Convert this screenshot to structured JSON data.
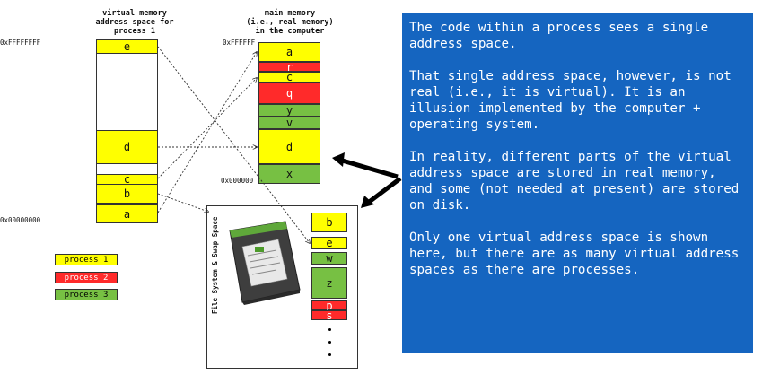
{
  "virtual_memory": {
    "title": "virtual memory\naddress space for\nprocess 1",
    "addr_top": "0xFFFFFFFF",
    "addr_bottom": "0x00000000",
    "blocks": [
      "e",
      "d",
      "c",
      "b",
      "a"
    ]
  },
  "main_memory": {
    "title": "main memory\n(i.e., real memory)\nin the computer",
    "addr_top": "0xFFFFFF",
    "addr_bottom": "0x000000",
    "blocks": [
      "a",
      "r",
      "c",
      "q",
      "y",
      "v",
      "d",
      "x"
    ]
  },
  "disk": {
    "label": "File System & Swap Space",
    "blocks": [
      "b",
      "e",
      "w",
      "z",
      "p",
      "s"
    ]
  },
  "legend": [
    "process 1",
    "process 2",
    "process 3"
  ],
  "colors": {
    "process1": "#ffff00",
    "process2": "#ff2a2a",
    "process3": "#77c043",
    "textbox": "#1565c0"
  },
  "text": {
    "p1": "The code within a process sees a single address space.",
    "p2": "That single address space, however, is not real (i.e., it is virtual). It is an illusion implemented by the computer + operating system.",
    "p3": "In reality, different parts of the virtual address space are stored in real memory, and some (not needed at present) are stored on disk.",
    "p4": "Only one virtual address space is shown here, but there are as many virtual address spaces as there are processes."
  }
}
